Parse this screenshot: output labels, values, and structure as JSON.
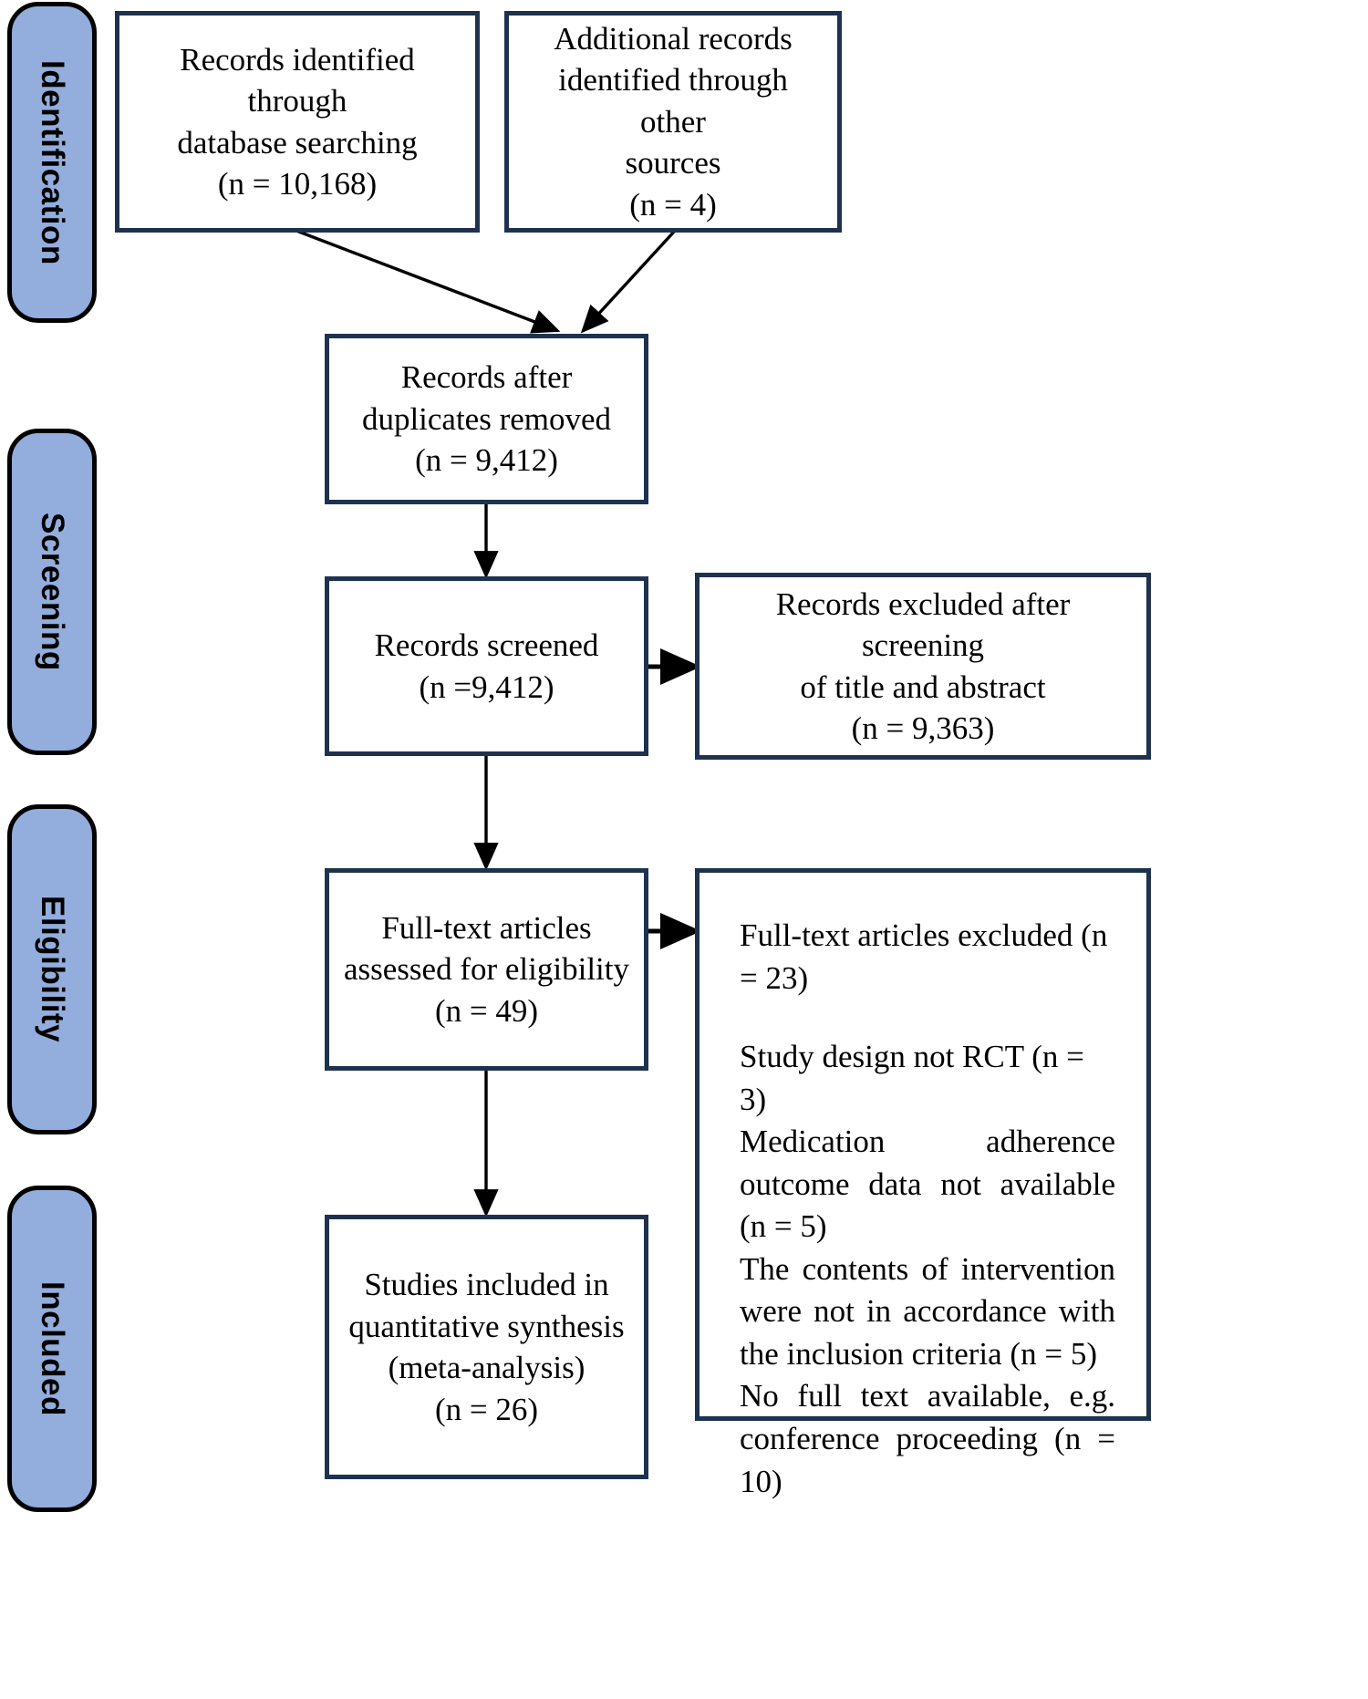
{
  "diagram": {
    "title": "PRISMA flow diagram",
    "colors": {
      "phase_fill": "#93aedd",
      "phase_border": "#000000",
      "box_border": "#1e3250",
      "box_fill": "#ffffff",
      "text": "#000000",
      "arrow": "#000000"
    },
    "phases": [
      {
        "id": "identification",
        "label": "Identification"
      },
      {
        "id": "screening",
        "label": "Screening"
      },
      {
        "id": "eligibility",
        "label": "Eligibility"
      },
      {
        "id": "included",
        "label": "Included"
      }
    ],
    "boxes": {
      "db_search": {
        "line1": "Records identified through",
        "line2": "database searching",
        "line3": "(n = 10,168)"
      },
      "other_sources": {
        "line1": "Additional records",
        "line2": "identified through other",
        "line3": "sources",
        "line4": "(n = 4)"
      },
      "after_duplicates": {
        "line1": "Records after",
        "line2": "duplicates removed",
        "line3": "(n = 9,412)"
      },
      "screened": {
        "line1": "Records screened",
        "line2": "(n =9,412)"
      },
      "records_excluded": {
        "line1": "Records excluded after screening",
        "line2": "of title and abstract",
        "line3": "(n = 9,363)"
      },
      "fulltext_assessed": {
        "line1": "Full-text articles",
        "line2": "assessed for eligibility",
        "line3": "(n = 49)"
      },
      "fulltext_excluded": {
        "heading": "Full-text articles excluded (n = 23)",
        "reasons": [
          "Study design not RCT (n = 3)",
          "Medication adherence outcome data not available (n = 5)",
          "The contents of intervention were not in accordance with the inclusion criteria (n = 5)",
          "No full text available, e.g. conference proceeding  (n = 10)"
        ]
      },
      "included_studies": {
        "line1": "Studies included in",
        "line2": "quantitative synthesis",
        "line3": "(meta-analysis)",
        "line4": "(n = 26)"
      }
    }
  },
  "chart_data": {
    "type": "diagram",
    "title": "PRISMA flow diagram",
    "nodes": [
      {
        "id": "db_search",
        "phase": "Identification",
        "label": "Records identified through database searching",
        "n": 10168
      },
      {
        "id": "other_sources",
        "phase": "Identification",
        "label": "Additional records identified through other sources",
        "n": 4
      },
      {
        "id": "after_duplicates",
        "phase": "Screening",
        "label": "Records after duplicates removed",
        "n": 9412
      },
      {
        "id": "screened",
        "phase": "Screening",
        "label": "Records screened",
        "n": 9412
      },
      {
        "id": "records_excluded",
        "phase": "Screening",
        "label": "Records excluded after screening of title and abstract",
        "n": 9363
      },
      {
        "id": "fulltext_assessed",
        "phase": "Eligibility",
        "label": "Full-text articles assessed for eligibility",
        "n": 49
      },
      {
        "id": "fulltext_excluded",
        "phase": "Eligibility",
        "label": "Full-text articles excluded",
        "n": 23
      },
      {
        "id": "included_studies",
        "phase": "Included",
        "label": "Studies included in quantitative synthesis (meta-analysis)",
        "n": 26
      }
    ],
    "exclusion_reasons": [
      {
        "reason": "Study design not RCT",
        "n": 3
      },
      {
        "reason": "Medication adherence outcome data not available",
        "n": 5
      },
      {
        "reason": "The contents of intervention were not in accordance with the inclusion criteria",
        "n": 5
      },
      {
        "reason": "No full text available, e.g. conference proceeding",
        "n": 10
      }
    ],
    "edges": [
      {
        "from": "db_search",
        "to": "after_duplicates"
      },
      {
        "from": "other_sources",
        "to": "after_duplicates"
      },
      {
        "from": "after_duplicates",
        "to": "screened"
      },
      {
        "from": "screened",
        "to": "records_excluded"
      },
      {
        "from": "screened",
        "to": "fulltext_assessed"
      },
      {
        "from": "fulltext_assessed",
        "to": "fulltext_excluded"
      },
      {
        "from": "fulltext_assessed",
        "to": "included_studies"
      }
    ]
  }
}
